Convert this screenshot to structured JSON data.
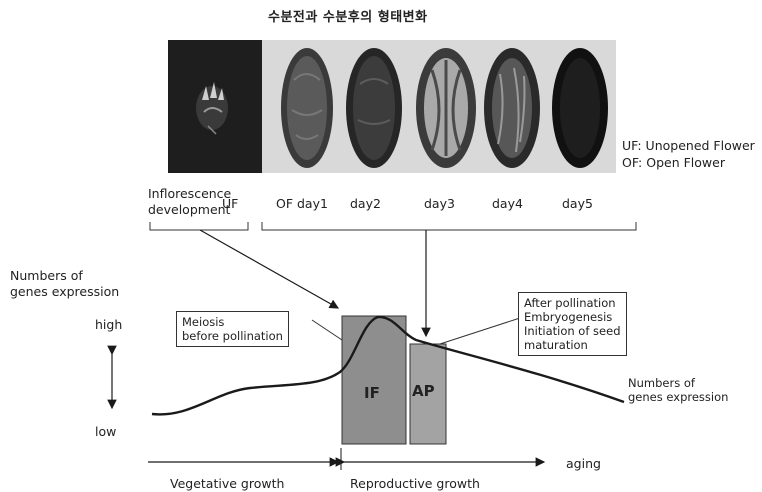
{
  "title": "수분전과 수분후의 형태변화",
  "legend": {
    "uf": "UF: Unopened Flower",
    "of": "OF: Open Flower"
  },
  "stages": {
    "inflorescence": [
      "Inflorescence",
      "development"
    ],
    "uf": "UF",
    "of_day1": "OF day1",
    "day2": "day2",
    "day3": "day3",
    "day4": "day4",
    "day5": "day5"
  },
  "axis": {
    "ylabel": [
      "Numbers of",
      "genes expression"
    ],
    "high": "high",
    "low": "low"
  },
  "annotations": {
    "meiosis": [
      "Meiosis",
      "before pollination"
    ],
    "after": [
      "After pollination",
      "Embryogenesis",
      "Initiation of seed",
      "maturation"
    ],
    "curve_label": [
      "Numbers of",
      "genes expression"
    ],
    "if_label": "IF",
    "ap_label": "AP"
  },
  "timeline": {
    "aging": "aging",
    "vegetative": "Vegetative growth",
    "reproductive": "Reproductive growth"
  },
  "colors": {
    "bar_fill": "#8e8e8e",
    "line": "#1a1a1a",
    "panel_dark": "#1e1e1e",
    "photo_bg": "#d9d9d9"
  }
}
